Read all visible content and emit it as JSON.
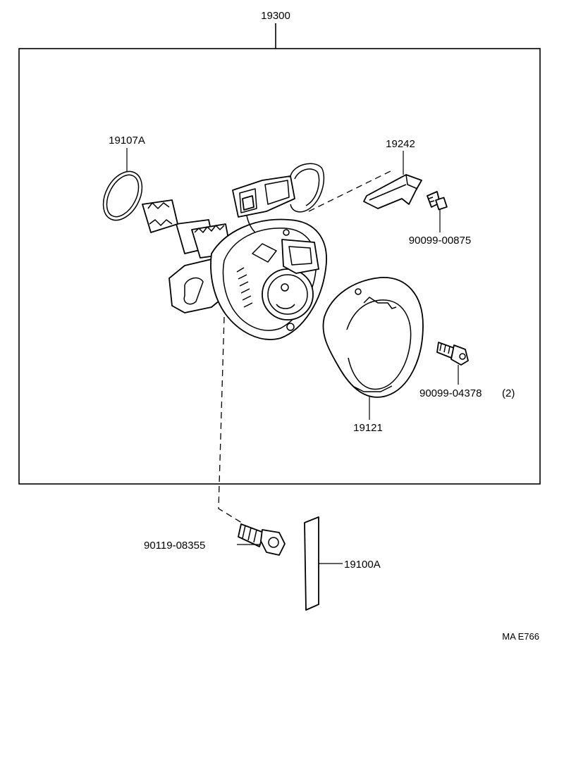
{
  "diagram": {
    "labels": {
      "assembly": "19300",
      "o_ring": "19107A",
      "bracket": "19242",
      "bracket_screw": "90099-00875",
      "cover_screw": "90099-04378",
      "cover_screw_qty": "(2)",
      "cover": "19121",
      "mount_bolt": "90119-08355",
      "label_plate": "19100A"
    },
    "reference": "MA E766"
  }
}
